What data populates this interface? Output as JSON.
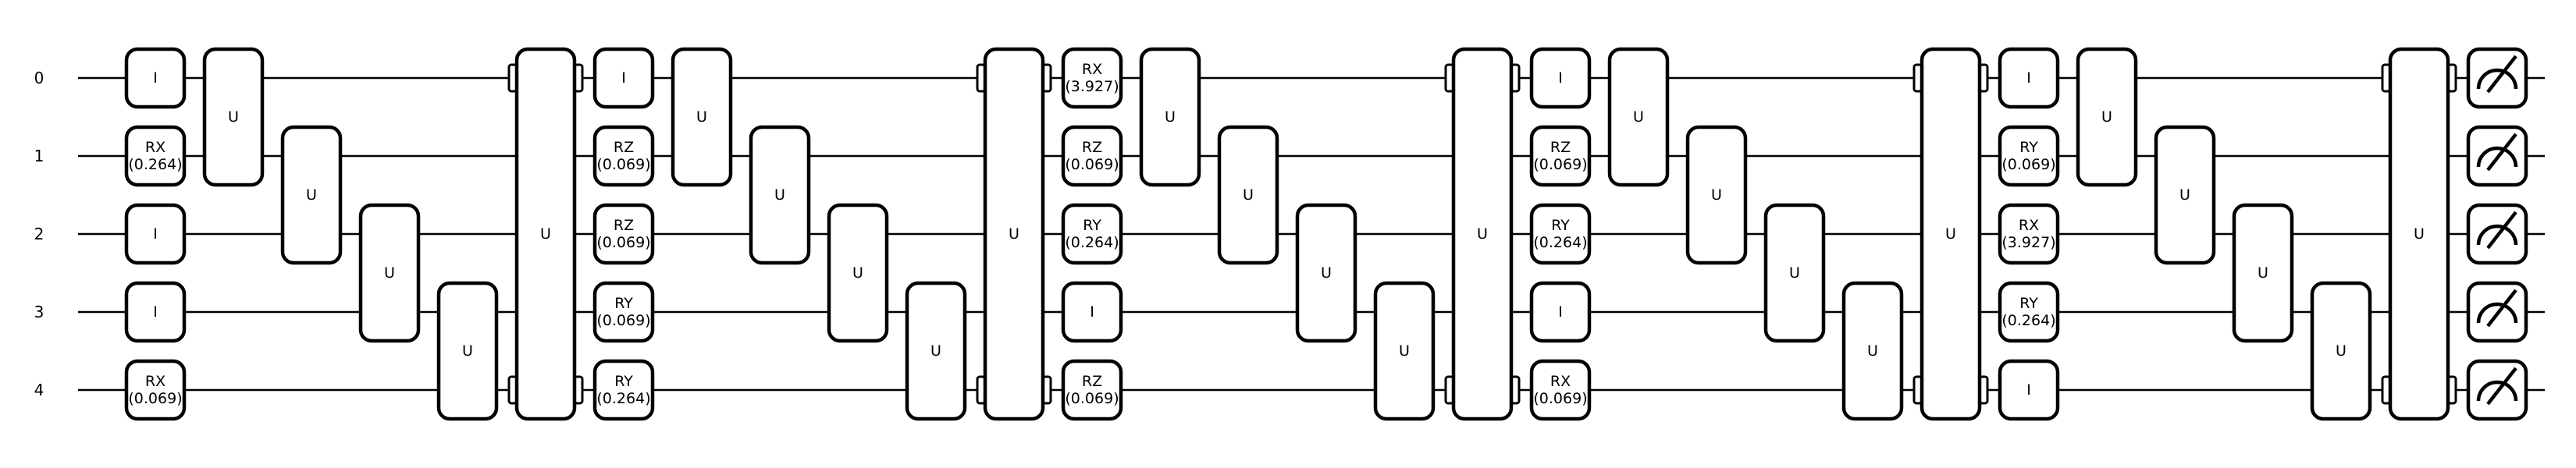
{
  "diagram": {
    "type": "quantum-circuit",
    "wires": [
      "0",
      "1",
      "2",
      "3",
      "4"
    ],
    "layers": [
      {
        "kind": "single",
        "gates": [
          {
            "name": "I",
            "param": ""
          },
          {
            "name": "RX",
            "param": "(0.264)"
          },
          {
            "name": "I",
            "param": ""
          },
          {
            "name": "I",
            "param": ""
          },
          {
            "name": "RX",
            "param": "(0.069)"
          }
        ]
      },
      {
        "kind": "chain",
        "label": "U"
      },
      {
        "kind": "full",
        "label": "U"
      },
      {
        "kind": "single",
        "gates": [
          {
            "name": "I",
            "param": ""
          },
          {
            "name": "RZ",
            "param": "(0.069)"
          },
          {
            "name": "RZ",
            "param": "(0.069)"
          },
          {
            "name": "RY",
            "param": "(0.069)"
          },
          {
            "name": "RY",
            "param": "(0.264)"
          }
        ]
      },
      {
        "kind": "chain",
        "label": "U"
      },
      {
        "kind": "full",
        "label": "U"
      },
      {
        "kind": "single",
        "gates": [
          {
            "name": "RX",
            "param": "(3.927)"
          },
          {
            "name": "RZ",
            "param": "(0.069)"
          },
          {
            "name": "RY",
            "param": "(0.264)"
          },
          {
            "name": "I",
            "param": ""
          },
          {
            "name": "RZ",
            "param": "(0.069)"
          }
        ]
      },
      {
        "kind": "chain",
        "label": "U"
      },
      {
        "kind": "full",
        "label": "U"
      },
      {
        "kind": "single",
        "gates": [
          {
            "name": "I",
            "param": ""
          },
          {
            "name": "RZ",
            "param": "(0.069)"
          },
          {
            "name": "RY",
            "param": "(0.264)"
          },
          {
            "name": "I",
            "param": ""
          },
          {
            "name": "RX",
            "param": "(0.069)"
          }
        ]
      },
      {
        "kind": "chain",
        "label": "U"
      },
      {
        "kind": "full",
        "label": "U"
      },
      {
        "kind": "single",
        "gates": [
          {
            "name": "I",
            "param": ""
          },
          {
            "name": "RY",
            "param": "(0.069)"
          },
          {
            "name": "RX",
            "param": "(3.927)"
          },
          {
            "name": "RY",
            "param": "(0.264)"
          },
          {
            "name": "I",
            "param": ""
          }
        ]
      },
      {
        "kind": "chain",
        "label": "U"
      },
      {
        "kind": "full",
        "label": "U"
      },
      {
        "kind": "measure"
      }
    ]
  }
}
